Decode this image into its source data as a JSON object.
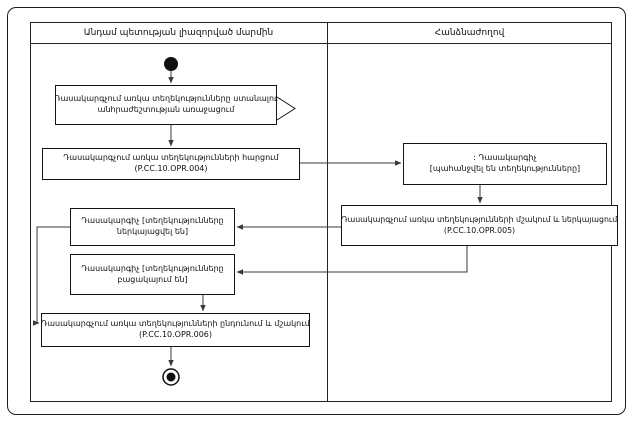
{
  "diagram": {
    "type": "uml-activity-swimlane",
    "colors": {
      "line": "#141414",
      "connector": "#3a3a3a",
      "background": "#ffffff"
    },
    "lanes": {
      "left": {
        "title": "Անդամ պետության լիազորված մարմին"
      },
      "right": {
        "title": "Հանձնաժողով"
      }
    },
    "nodes": {
      "start": {
        "kind": "initial-node"
      },
      "box1": {
        "line1": "Դասակարգչում առկա տեղեկությունները ստանալու",
        "line2": "անհրաժեշտության առաջացում"
      },
      "box2": {
        "line1": "Դասակարգչում առկա տեղեկությունների հարցում",
        "line2": "(P.CC.10.OPR.004)"
      },
      "box_r1": {
        "line1": ": Դասակարգիչ",
        "line2": "[պահանջվել են տեղեկությունները]"
      },
      "box_r2": {
        "line1": "Դասակարգչում առկա տեղեկությունների մշակում և ներկայացում",
        "line2": "(P.CC.10.OPR.005)"
      },
      "box3": {
        "line1": "Դասակարգիչ [տեղեկությունները",
        "line2": "ներկայացվել են]"
      },
      "box4": {
        "line1": "Դասակարգիչ [տեղեկությունները",
        "line2": "բացակայում են]"
      },
      "box5": {
        "line1": "Դասակարգչում առկա տեղեկությունների ընդունում և մշակում",
        "line2": "(P.CC.10.OPR.006)"
      },
      "end": {
        "kind": "activity-final-node"
      }
    }
  }
}
